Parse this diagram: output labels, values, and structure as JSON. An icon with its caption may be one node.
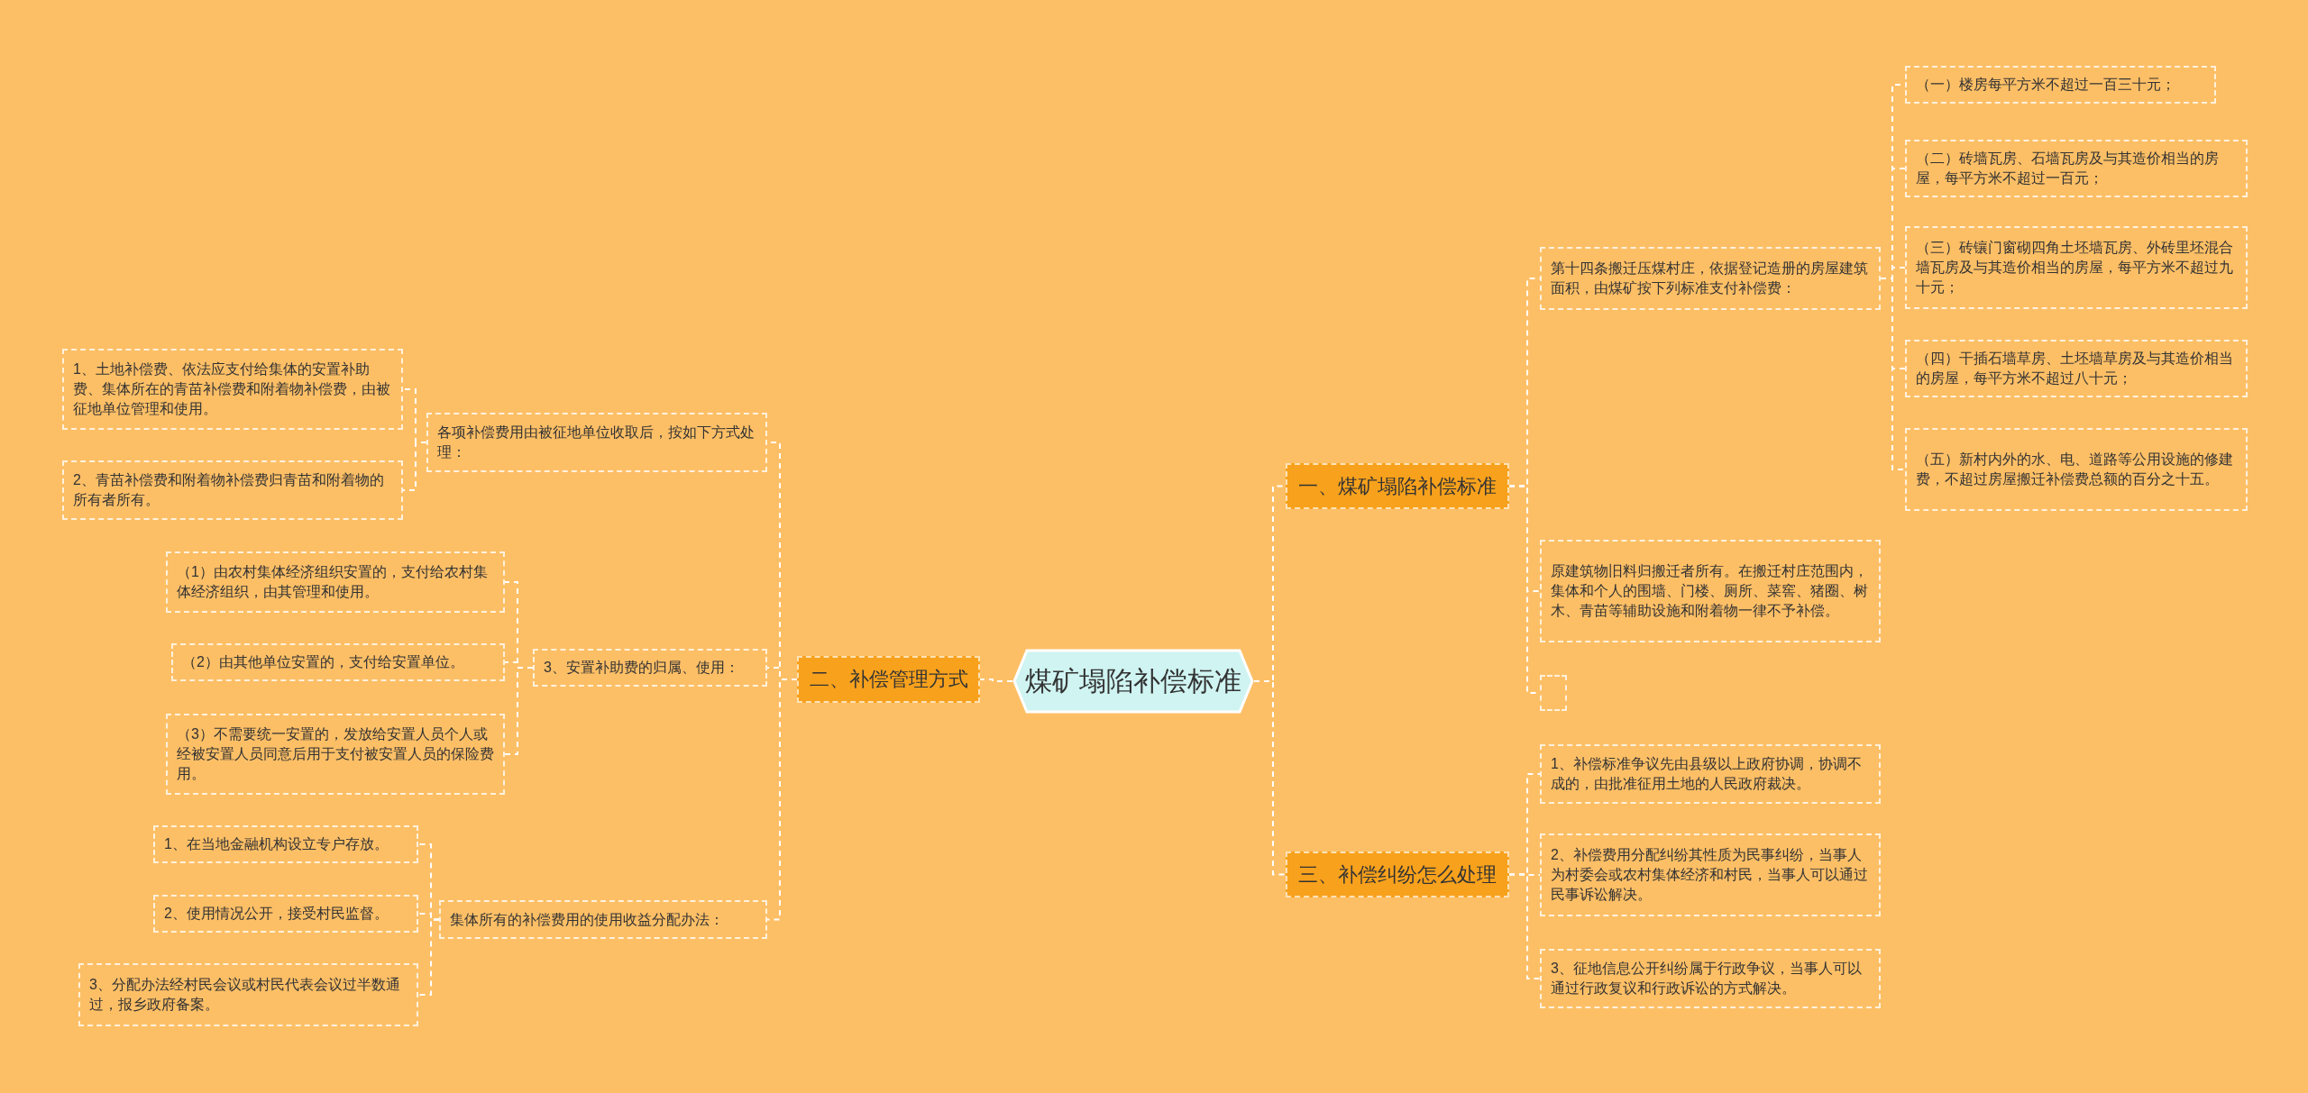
{
  "diagram": {
    "nodes": [
      {
        "text": [
          "煤矿塌陷补偿标准"
        ]
      },
      {
        "text": [
          "一、煤矿塌陷补偿标准"
        ]
      },
      {
        "text": [
          "第十四条搬迁压煤村庄，依据登记造册的房屋建筑面积，由煤矿按下列标准支付补偿费："
        ]
      },
      {
        "text": [
          "（一）楼房每平方米不超过一百三十元；"
        ]
      },
      {
        "text": [
          "（二）砖墙瓦房、石墙瓦房及与其造价相当的房屋，每平方米不超过一百元；"
        ]
      },
      {
        "text": [
          "（三）砖镶门窗砌四角土坯墙瓦房、外砖里坯混合墙瓦房及与其造价相当的房屋，每平方米不超过九十元；"
        ]
      },
      {
        "text": [
          "（四）干插石墙草房、土坯墙草房及与其造价相当的房屋，每平方米不超过八十元；"
        ]
      },
      {
        "text": [
          "（五）新村内外的水、电、道路等公用设施的修建费，不超过房屋搬迁补偿费总额的百分之十五。"
        ]
      },
      {
        "text": [
          "原建筑物旧料归搬迁者所有。在搬迁村庄范围内，集体和个人的围墙、门楼、厕所、菜窖、猪圈、树木、青苗等辅助设施和附着物一律不予补偿。"
        ]
      },
      {
        "text": [],
        "shape": "box"
      },
      {
        "text": [
          "三、补偿纠纷怎么处理"
        ]
      },
      {
        "text": [
          "1、补偿标准争议先由县级以上政府协调，协调不成的，由批准征用土地的人民政府裁决。"
        ]
      },
      {
        "text": [
          "2、补偿费用分配纠纷其性质为民事纠纷，当事人为村委会或农村集体经济和村民，当事人可以通过民事诉讼解决。"
        ]
      },
      {
        "text": [
          "3、征地信息公开纠纷属于行政争议，当事人可以通过行政复议和行政诉讼的方式解决。"
        ]
      },
      {
        "text": [
          "二、补偿管理方式"
        ]
      },
      {
        "text": [
          "各项补偿费用由被征地单位收取后，按如下方式处理："
        ]
      },
      {
        "text": [
          "1、土地补偿费、依法应支付给集体的安置补助费、集体所在的青苗补偿费和附着物补偿费，由被征地单位管理和使用。"
        ]
      },
      {
        "text": [
          "2、青苗补偿费和附着物补偿费归青苗和附着物的所有者所有。"
        ]
      },
      {
        "text": [
          "3、安置补助费的归属、使用："
        ]
      },
      {
        "text": [
          "（1）由农村集体经济组织安置的，支付给农村集体经济组织，由其管理和使用。"
        ]
      },
      {
        "text": [
          "（2）由其他单位安置的，支付给安置单位。"
        ]
      },
      {
        "text": [
          "（3）不需要统一安置的，发放给安置人员个人或经被安置人员同意后用于支付被安置人员的保险费用。"
        ]
      },
      {
        "text": [
          "集体所有的补偿费用的使用收益分配办法："
        ]
      },
      {
        "text": [
          "1、在当地金融机构设立专户存放。"
        ]
      },
      {
        "text": [
          "2、使用情况公开，接受村民监督。"
        ]
      },
      {
        "text": [
          "3、分配办法经村民会议或村民代表会议过半数通过，报乡政府备案。"
        ]
      }
    ],
    "edges": [
      {
        "from": 0,
        "to": 1,
        "arrow": "none",
        "style": "dashed"
      },
      {
        "from": 0,
        "to": 10,
        "arrow": "none",
        "style": "dashed"
      },
      {
        "from": 0,
        "to": 14,
        "arrow": "none",
        "style": "dashed"
      },
      {
        "from": 1,
        "to": 2,
        "arrow": "none",
        "style": "dashed"
      },
      {
        "from": 1,
        "to": 8,
        "arrow": "none",
        "style": "dashed"
      },
      {
        "from": 1,
        "to": 9,
        "arrow": "none",
        "style": "dashed"
      },
      {
        "from": 2,
        "to": 3,
        "arrow": "none",
        "style": "dashed"
      },
      {
        "from": 2,
        "to": 4,
        "arrow": "none",
        "style": "dashed"
      },
      {
        "from": 2,
        "to": 5,
        "arrow": "none",
        "style": "dashed"
      },
      {
        "from": 2,
        "to": 6,
        "arrow": "none",
        "style": "dashed"
      },
      {
        "from": 2,
        "to": 7,
        "arrow": "none",
        "style": "dashed"
      },
      {
        "from": 10,
        "to": 11,
        "arrow": "none",
        "style": "dashed"
      },
      {
        "from": 10,
        "to": 12,
        "arrow": "none",
        "style": "dashed"
      },
      {
        "from": 10,
        "to": 13,
        "arrow": "none",
        "style": "dashed"
      },
      {
        "from": 14,
        "to": 15,
        "arrow": "none",
        "style": "dashed"
      },
      {
        "from": 14,
        "to": 18,
        "arrow": "none",
        "style": "dashed"
      },
      {
        "from": 14,
        "to": 22,
        "arrow": "none",
        "style": "dashed"
      },
      {
        "from": 15,
        "to": 16,
        "arrow": "none",
        "style": "dashed"
      },
      {
        "from": 15,
        "to": 17,
        "arrow": "none",
        "style": "dashed"
      },
      {
        "from": 18,
        "to": 19,
        "arrow": "none",
        "style": "dashed"
      },
      {
        "from": 18,
        "to": 20,
        "arrow": "none",
        "style": "dashed"
      },
      {
        "from": 18,
        "to": 21,
        "arrow": "none",
        "style": "dashed"
      },
      {
        "from": 22,
        "to": 23,
        "arrow": "none",
        "style": "dashed"
      },
      {
        "from": 22,
        "to": 24,
        "arrow": "none",
        "style": "dashed"
      },
      {
        "from": 22,
        "to": 25,
        "arrow": "none",
        "style": "dashed"
      }
    ]
  }
}
